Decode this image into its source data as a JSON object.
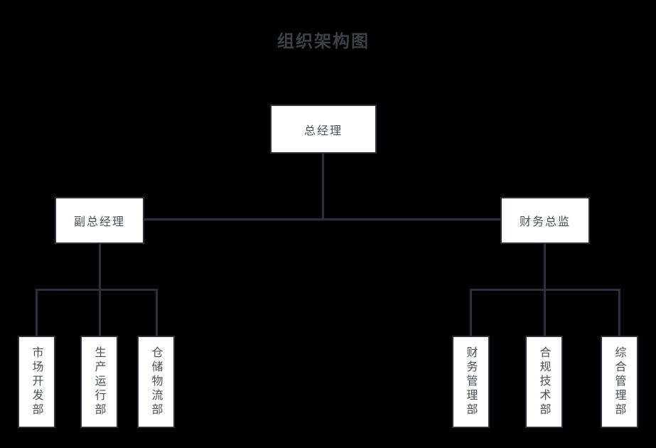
{
  "title": "组织架构图",
  "colors": {
    "background": "#000000",
    "box_fill": "#ffffff",
    "box_border": "#2b303a",
    "line": "#2b303a",
    "text": "#4b4f57",
    "title_text": "#3d4147"
  },
  "nodes": {
    "root": {
      "label": "总经理"
    },
    "level2": [
      {
        "label": "副总经理"
      },
      {
        "label": "财务总监"
      }
    ],
    "left_departments": [
      {
        "label": "市场开发部"
      },
      {
        "label": "生产运行部"
      },
      {
        "label": "仓储物流部"
      }
    ],
    "right_departments": [
      {
        "label": "财务管理部"
      },
      {
        "label": "合规技术部"
      },
      {
        "label": "综合管理部"
      }
    ]
  }
}
